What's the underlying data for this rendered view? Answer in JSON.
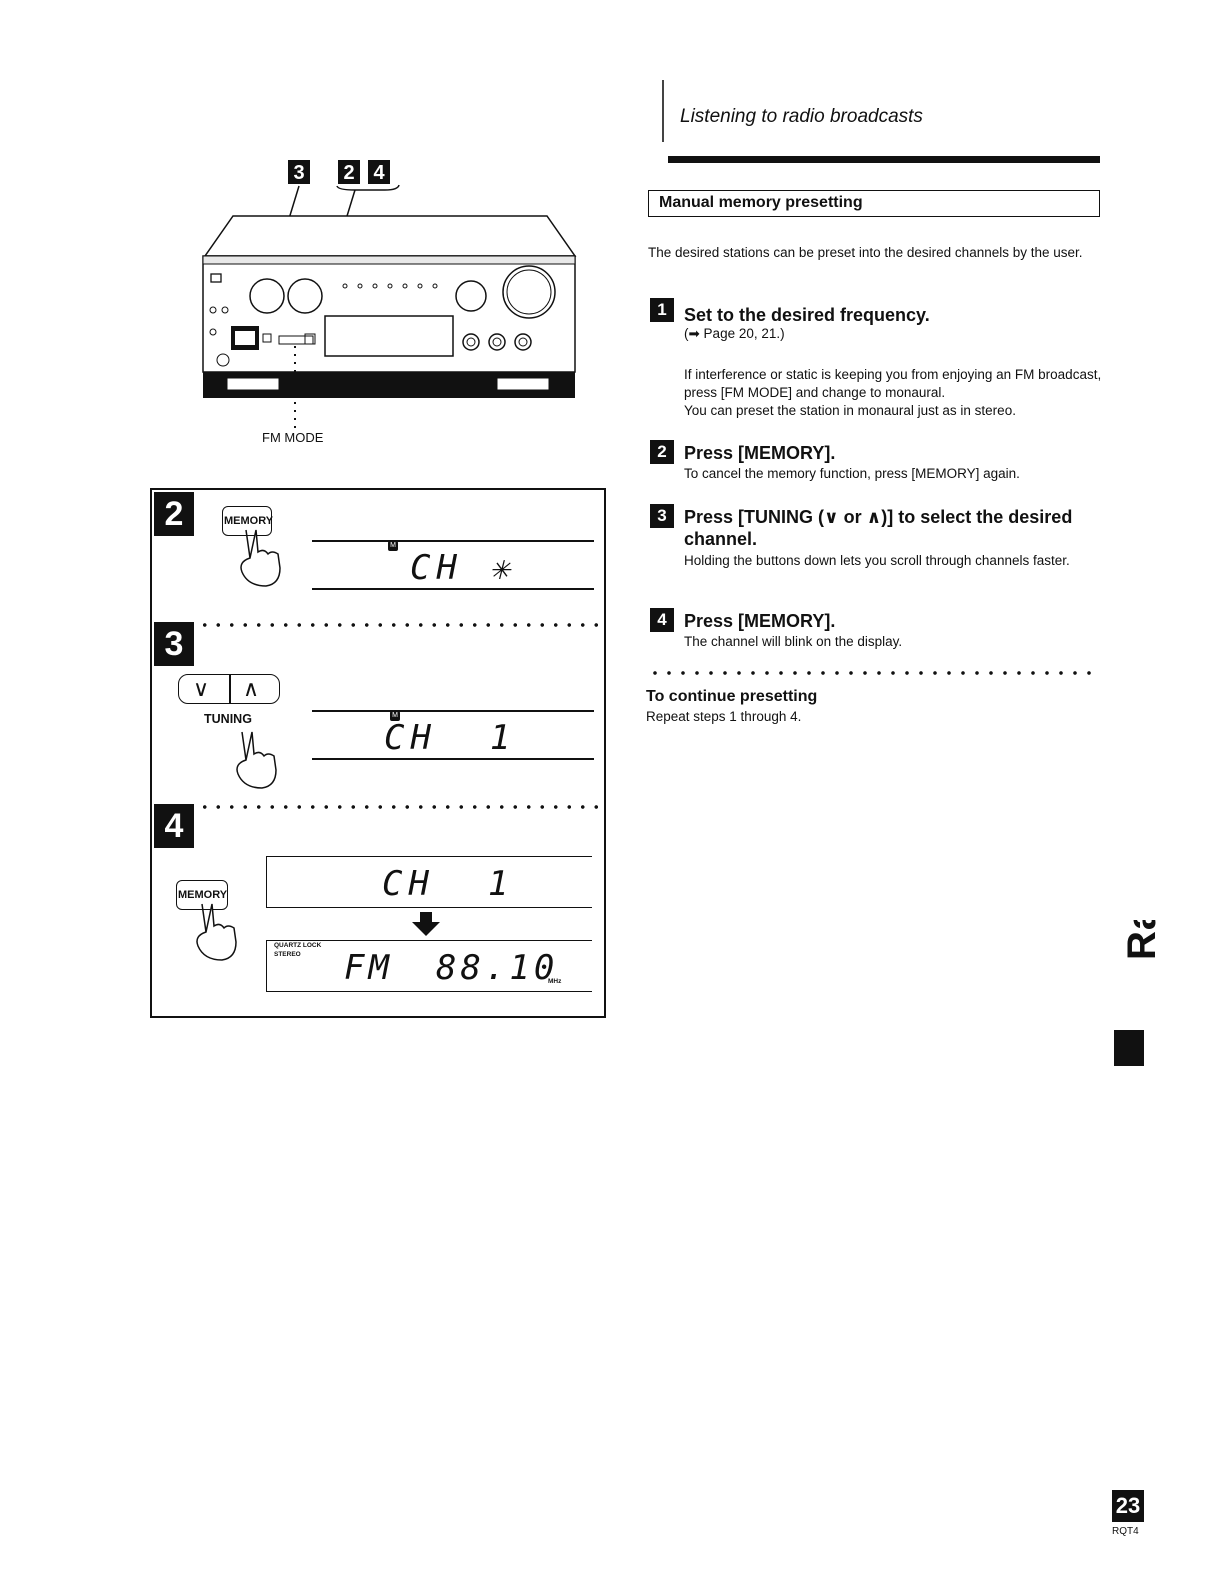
{
  "header": {
    "section_title": "Listening to radio broadcasts"
  },
  "manual_preset": {
    "title": "Manual memory presetting",
    "intro": "The desired stations can be preset into the desired channels by the user.",
    "steps": [
      {
        "number": "1",
        "heading": "Set to the desired frequency.",
        "ref": "(➡ Page 20, 21.)",
        "body": "If interference or static is keeping you from enjoying an FM broadcast, press [FM MODE] and change to monaural.",
        "body2": "You can preset the station in monaural just as in stereo."
      },
      {
        "number": "2",
        "heading": "Press [MEMORY].",
        "body": "To cancel the memory function, press [MEMORY] again."
      },
      {
        "number": "3",
        "heading_line1": "Press [TUNING (∨ or ∧)] to select the desired",
        "heading_line2": "channel.",
        "body": "Holding the buttons down lets you scroll through channels faster."
      },
      {
        "number": "4",
        "heading": "Press [MEMORY].",
        "body": "The channel will blink on the display."
      }
    ],
    "continue": {
      "title": "To continue presetting",
      "body": "Repeat steps 1 through 4."
    }
  },
  "illustration": {
    "callouts": [
      "3",
      "2",
      "4"
    ],
    "fm_mode_label": "FM MODE"
  },
  "panel": {
    "step2": {
      "badge": "2",
      "key_label": "MEMORY",
      "display": "CH ✳",
      "indicator": "M"
    },
    "step3": {
      "badge": "3",
      "down_key": "∨",
      "up_key": "∧",
      "key_label": "TUNING",
      "display": "CH  1",
      "indicator": "M"
    },
    "step4": {
      "badge": "4",
      "key_label": "MEMORY",
      "display_top": "CH  1",
      "display_bottom_band": "FM",
      "display_bottom_freq": "88.10",
      "unit": "MHz",
      "label_quartz": "QUARTZ LOCK",
      "label_stereo": "STEREO"
    }
  },
  "side": {
    "page_number": "23",
    "doc_code": "RQT4",
    "vertical_text": "Radio functions"
  }
}
